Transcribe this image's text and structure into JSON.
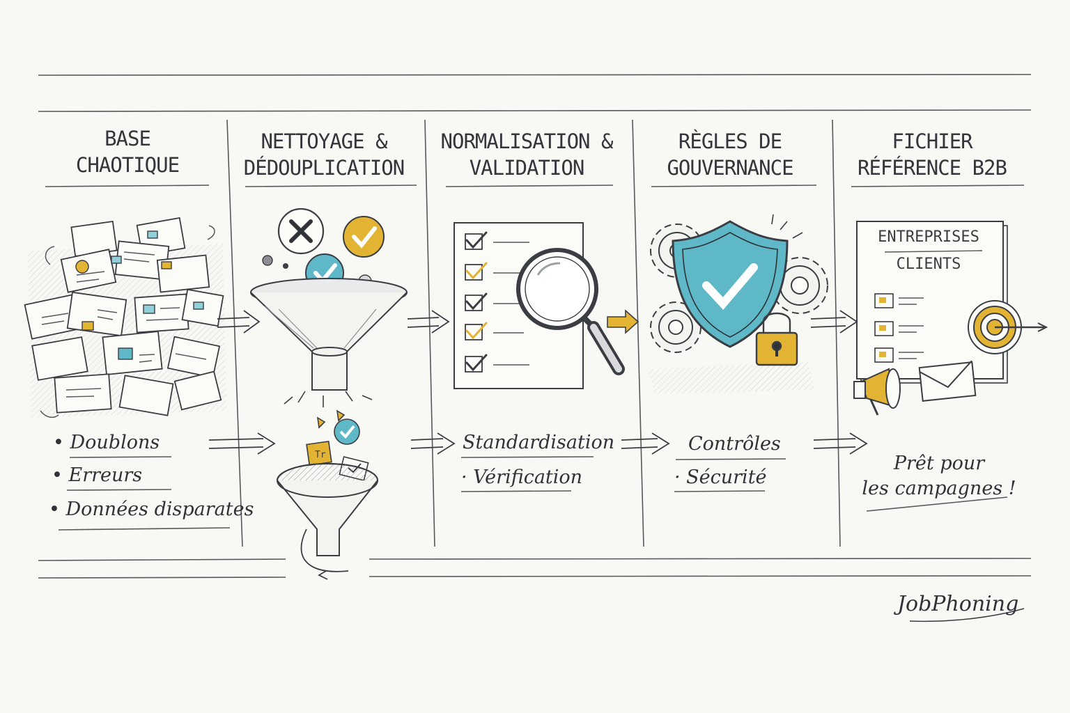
{
  "columns": [
    {
      "title_line1": "BASE",
      "title_line2": "CHAOTIQUE",
      "bullets": [
        "• Doublons",
        "• Erreurs",
        "• Données disparates"
      ]
    },
    {
      "title_line1": "NETTOYAGE &",
      "title_line2": "DÉDOUPLICATION",
      "bullets": []
    },
    {
      "title_line1": "NORMALISATION &",
      "title_line2": "VALIDATION",
      "bullets": [
        "Standardisation",
        "· Vérification"
      ]
    },
    {
      "title_line1": "RÈGLES DE",
      "title_line2": "GOUVERNANCE",
      "bullets": [
        "Contrôles",
        "· Sécurité"
      ]
    },
    {
      "title_line1": "FICHIER",
      "title_line2": "RÉFÉRENCE B2B",
      "doc_label_1": "ENTREPRISES",
      "doc_label_2": "CLIENTS",
      "tagline_1": "Prêt pour",
      "tagline_2": "les campagnes !"
    }
  ],
  "funnel_label": "Tr",
  "brand": "JobPhoning",
  "colors": {
    "ink": "#33363b",
    "teal": "#5fb8c8",
    "gold": "#e3b334",
    "paper": "#f8f8f5"
  },
  "icons": [
    "scattered-documents-icon",
    "x-circle-icon",
    "check-circle-icon",
    "funnel-icon",
    "checklist-icon",
    "magnifier-icon",
    "shield-check-icon",
    "gear-icon",
    "padlock-icon",
    "reference-document-icon",
    "target-icon",
    "envelope-icon",
    "megaphone-icon",
    "arrow-icon"
  ]
}
